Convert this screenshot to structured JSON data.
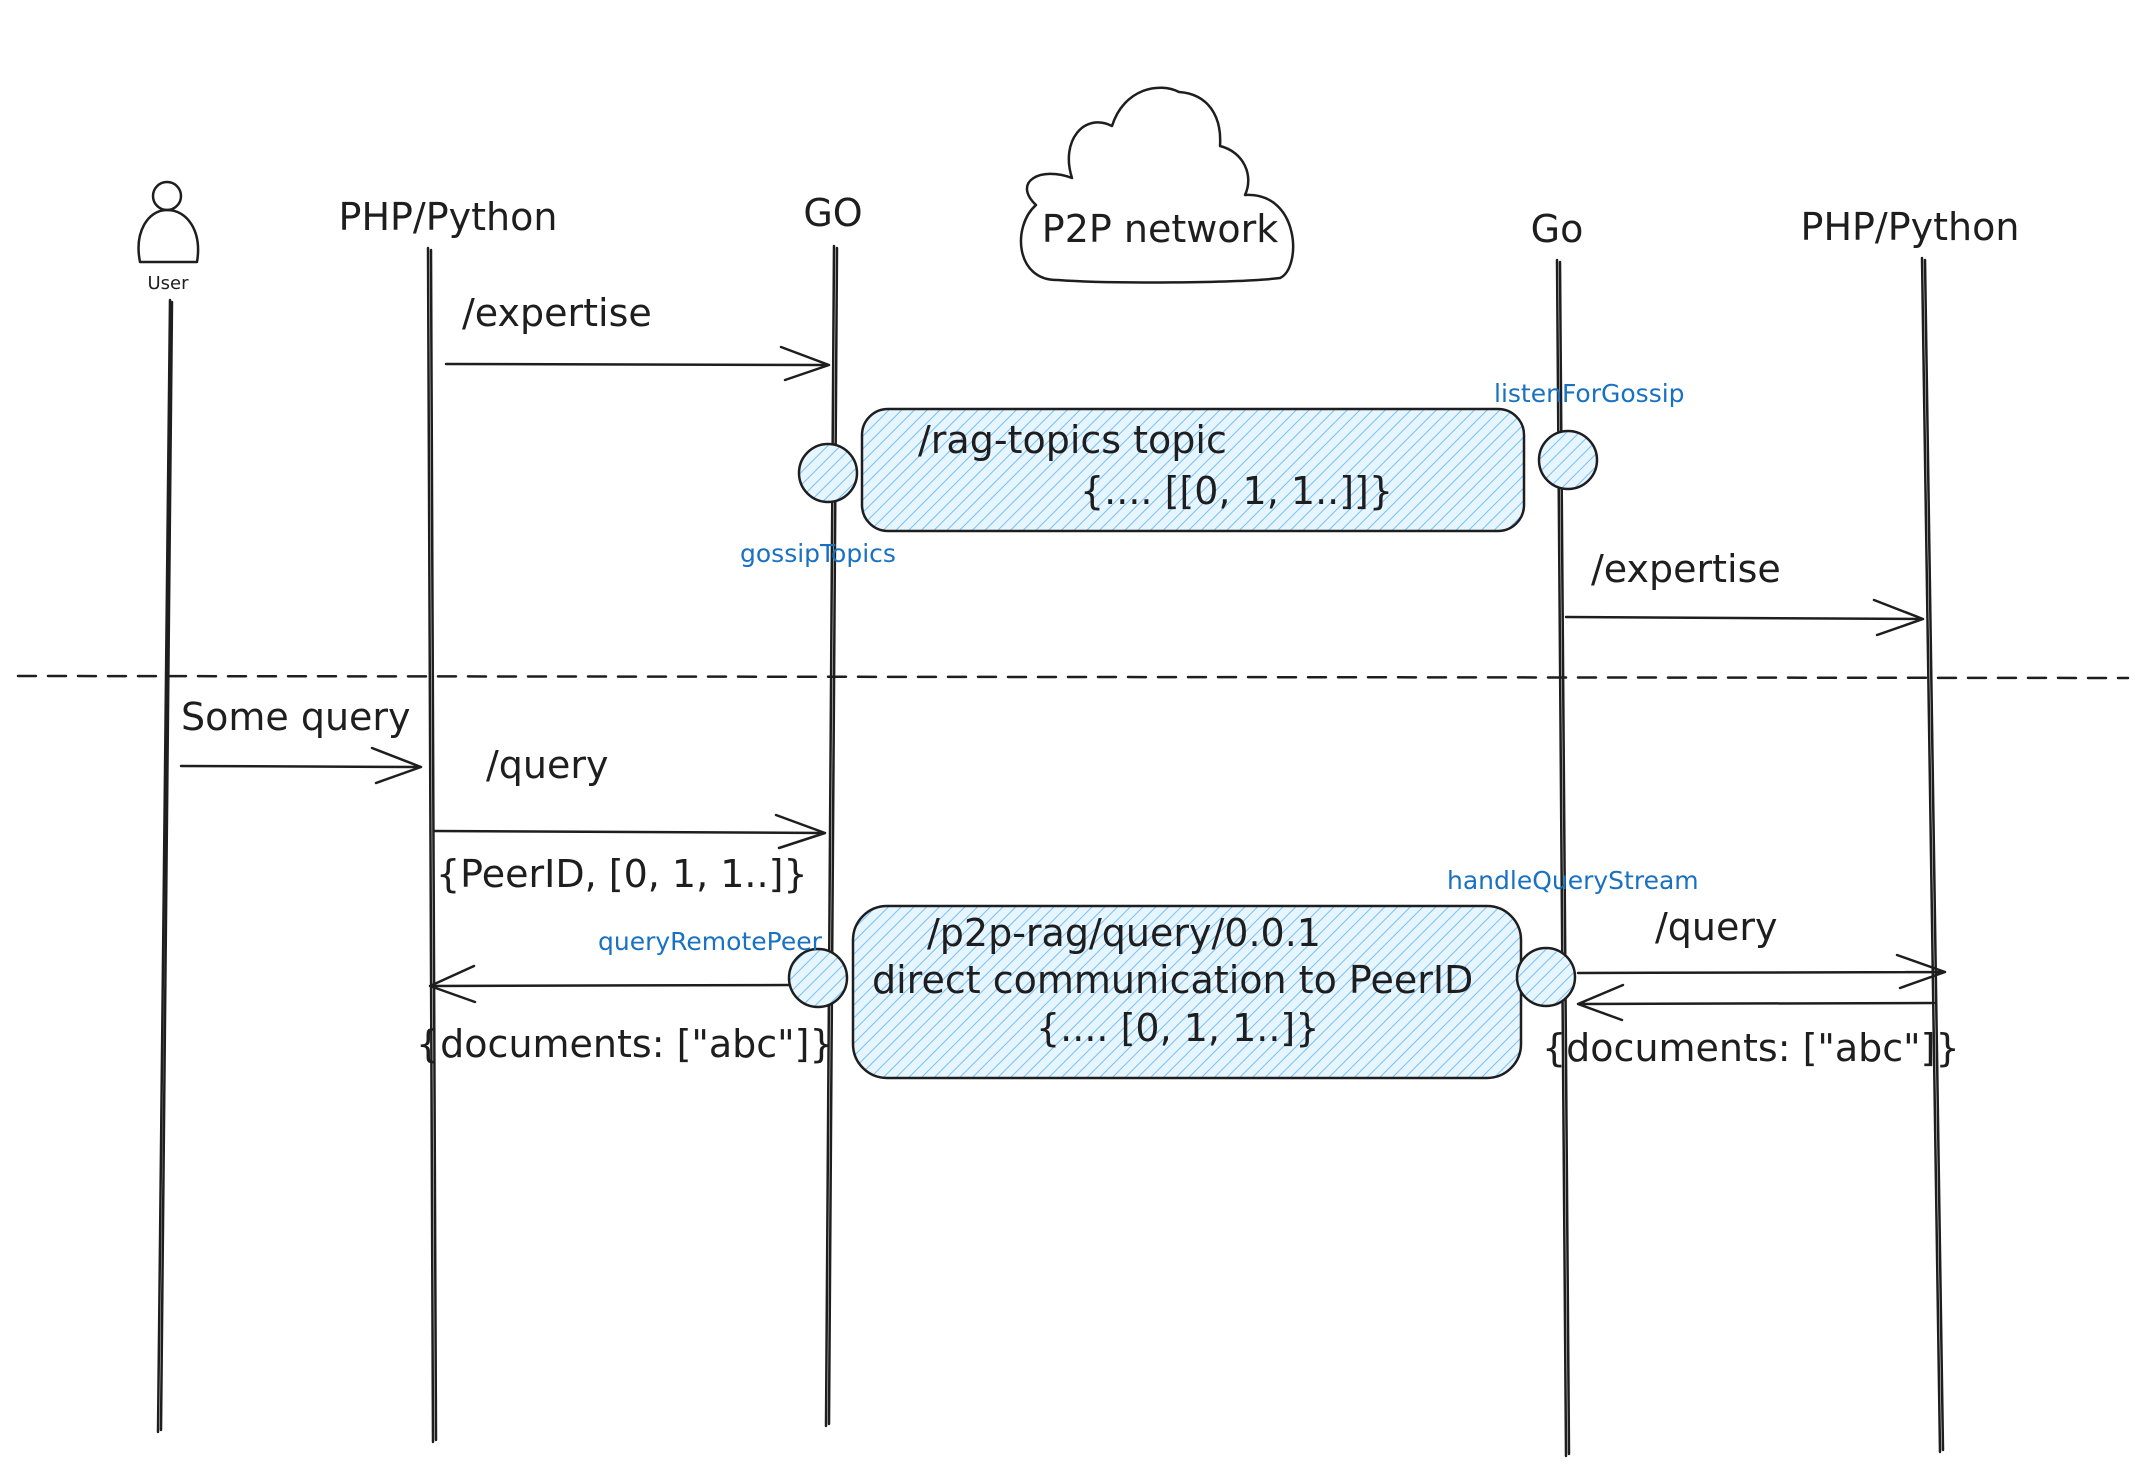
{
  "participants": {
    "user": "User",
    "client_left": "PHP/Python",
    "go_left": "GO",
    "network": "P2P network",
    "go_right": "Go",
    "client_right": "PHP/Python"
  },
  "messages": {
    "expertise_left": "/expertise",
    "expertise_right": "/expertise",
    "some_query": "Some query",
    "query_left": "/query",
    "query_right": "/query"
  },
  "payloads": {
    "peer_vector": "{PeerID, [0, 1, 1..]}",
    "documents_left": "{documents: [\"abc\"]}",
    "documents_right": "{documents: [\"abc\"]}"
  },
  "gossip_box": {
    "line1": "/rag-topics topic",
    "line2": "{.... [[0, 1, 1..]]}"
  },
  "stream_box": {
    "line1": "/p2p-rag/query/0.0.1",
    "line2": "direct communication to PeerID",
    "line3": "{.... [0, 1, 1..]}"
  },
  "functions": {
    "listen": "listenForGossip",
    "gossip": "gossipTopics",
    "handle": "handleQueryStream",
    "query_remote": "queryRemotePeer"
  },
  "colors": {
    "stroke": "#1e1e1e",
    "function_label": "#1971c2",
    "hatch": "#a5d8ff"
  }
}
